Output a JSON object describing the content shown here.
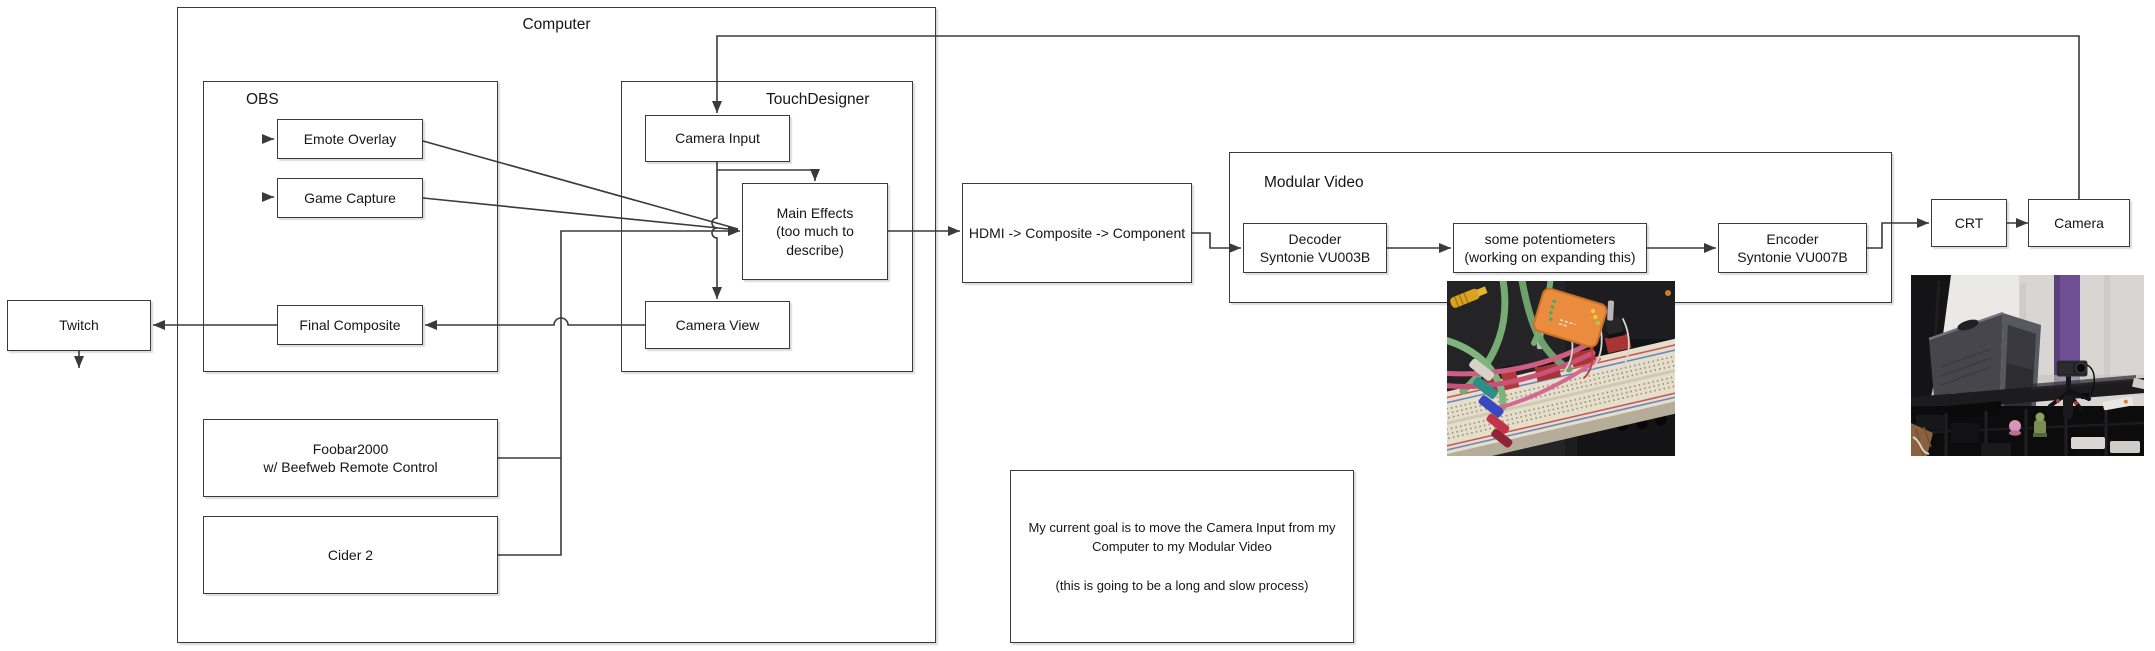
{
  "diagram": {
    "computer_title": "Computer",
    "obs_title": "OBS",
    "emote_overlay": "Emote Overlay",
    "game_capture": "Game Capture",
    "final_composite": "Final Composite",
    "touchdesigner_title": "TouchDesigner",
    "camera_input": "Camera Input",
    "main_effects": "Main Effects\n(too much to describe)",
    "camera_view": "Camera View",
    "twitch": "Twitch",
    "foobar2000": "Foobar2000\nw/ Beefweb Remote Control",
    "cider2": "Cider 2",
    "hdmi_chain": "HDMI -> Composite -> Component",
    "modular_title": "Modular Video",
    "decoder": "Decoder\nSyntonie VU003B",
    "potentiometers": "some potentiometers\n(working on expanding this)",
    "encoder": "Encoder\nSyntonie VU007B",
    "crt": "CRT",
    "camera": "Camera",
    "note": "My current goal is to move the Camera Input from my\nComputer to my Modular Video\n\n(this is going to be a long and slow process)"
  },
  "colors": {
    "line": "#3a3a3a",
    "box_fill": "#ffffff",
    "text": "#161616"
  }
}
